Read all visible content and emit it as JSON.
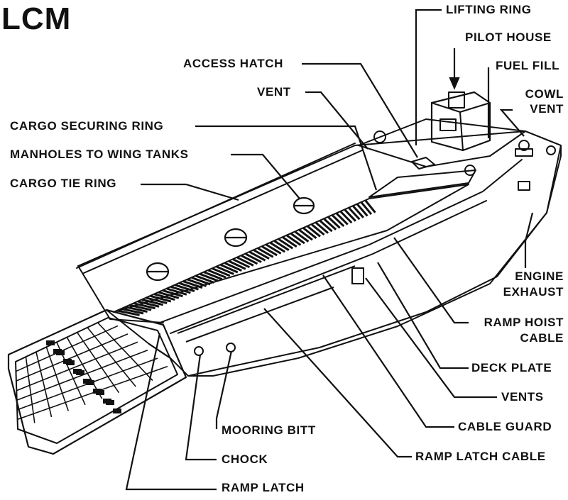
{
  "title": "LCM",
  "labels": {
    "lifting_ring": "LIFTING RING",
    "pilot_house": "PILOT HOUSE",
    "fuel_fill": "FUEL FILL",
    "cowl_vent_1": "COWL",
    "cowl_vent_2": "VENT",
    "access_hatch": "ACCESS HATCH",
    "vent": "VENT",
    "cargo_securing_ring": "CARGO SECURING RING",
    "manholes_to_wing_tanks": "MANHOLES TO WING TANKS",
    "cargo_tie_ring": "CARGO TIE RING",
    "engine_exhaust_1": "ENGINE",
    "engine_exhaust_2": "EXHAUST",
    "ramp_hoist_cable_1": "RAMP HOIST",
    "ramp_hoist_cable_2": "CABLE",
    "deck_plate": "DECK PLATE",
    "vents": "VENTS",
    "cable_guard": "CABLE GUARD",
    "ramp_latch_cable": "RAMP LATCH CABLE",
    "mooring_bitt": "MOORING BITT",
    "chock": "CHOCK",
    "ramp_latch": "RAMP LATCH"
  }
}
